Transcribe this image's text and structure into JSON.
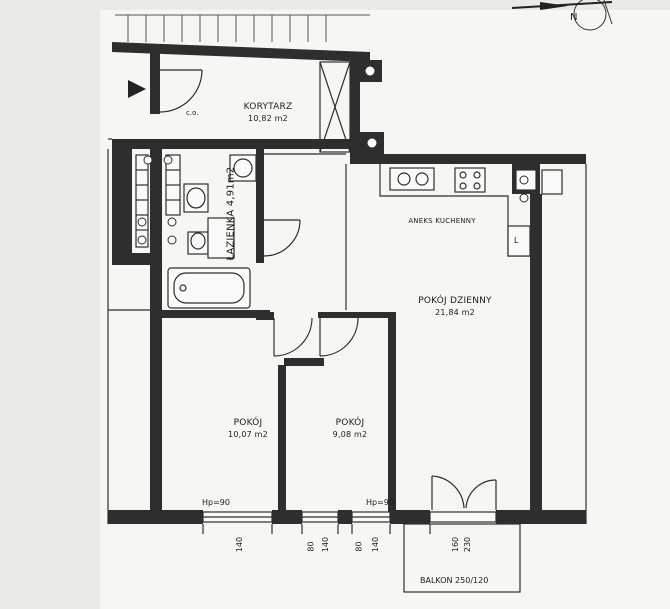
{
  "rooms": {
    "korytarz": {
      "name": "KORYTARZ",
      "area": "10,82 m2"
    },
    "lazienka": {
      "name": "ŁAZIENKA",
      "area": "4,91m2"
    },
    "aneks": {
      "name": "ANEKS KUCHENNY"
    },
    "dzienny": {
      "name": "POKÓJ DZIENNY",
      "area": "21,84 m2"
    },
    "pokoj1": {
      "name": "POKÓJ",
      "area": "10,07 m2"
    },
    "pokoj2": {
      "name": "POKÓJ",
      "area": "9,08 m2"
    }
  },
  "fixture_labels": {
    "co": "c.o.",
    "fridge": "L"
  },
  "window_heights": {
    "left": "Hp=90",
    "right": "Hp=90"
  },
  "dimensions": {
    "d1": "140",
    "d2": "80",
    "d3": "140",
    "d4": "80",
    "d5": "140",
    "d6": "160",
    "d7": "230"
  },
  "balcony": {
    "label": "BALKON 250/120"
  },
  "colors": {
    "wall": "#2e2e2e",
    "paper": "#eceae4"
  },
  "icons": [
    "north-arrow-icon",
    "entrance-arrow-icon"
  ]
}
